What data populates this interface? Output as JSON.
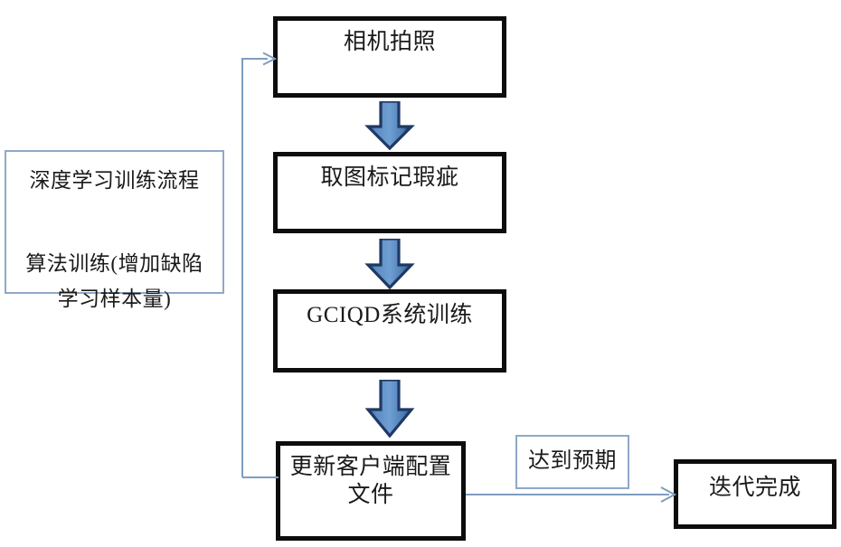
{
  "diagram": {
    "title_note": "深度学习训练流程",
    "nodes": [
      {
        "id": "camera-capture",
        "label": "相机拍照",
        "style": "thick-black"
      },
      {
        "id": "mark-defects",
        "label": "取图标记瑕疵",
        "style": "thick-black"
      },
      {
        "id": "gciqd-training",
        "label": "GCIQD系统训练",
        "style": "thick-black"
      },
      {
        "id": "update-config",
        "label": "更新客户端配置\n文件",
        "style": "thick-black"
      },
      {
        "id": "iteration-done",
        "label": "迭代完成",
        "style": "thick-black"
      }
    ],
    "annotations": [
      {
        "id": "training-flow-note",
        "line1": "深度学习训练流程",
        "line2": "算法训练(增加缺陷\n学习样本量)",
        "style": "thin-blue"
      },
      {
        "id": "expectation-met",
        "label": "达到预期",
        "style": "thin-blue"
      }
    ],
    "edges": [
      {
        "id": "capture-to-mark",
        "kind": "block-arrow",
        "direction": "down"
      },
      {
        "id": "mark-to-training",
        "kind": "block-arrow",
        "direction": "down"
      },
      {
        "id": "training-to-update",
        "kind": "block-arrow",
        "direction": "down"
      },
      {
        "id": "update-to-done",
        "kind": "line-arrow",
        "direction": "right"
      },
      {
        "id": "feedback-to-capture",
        "kind": "line-arrow",
        "direction": "up-right",
        "label": ""
      }
    ],
    "colors": {
      "box_border": "#0d0d0d",
      "thin_border": "#8fa8c8",
      "arrow_fill": "#4f81bd",
      "arrow_outline": "#1f3864",
      "connector": "#7f9dc0",
      "text": "#1a1a1a",
      "background": "#ffffff"
    }
  }
}
